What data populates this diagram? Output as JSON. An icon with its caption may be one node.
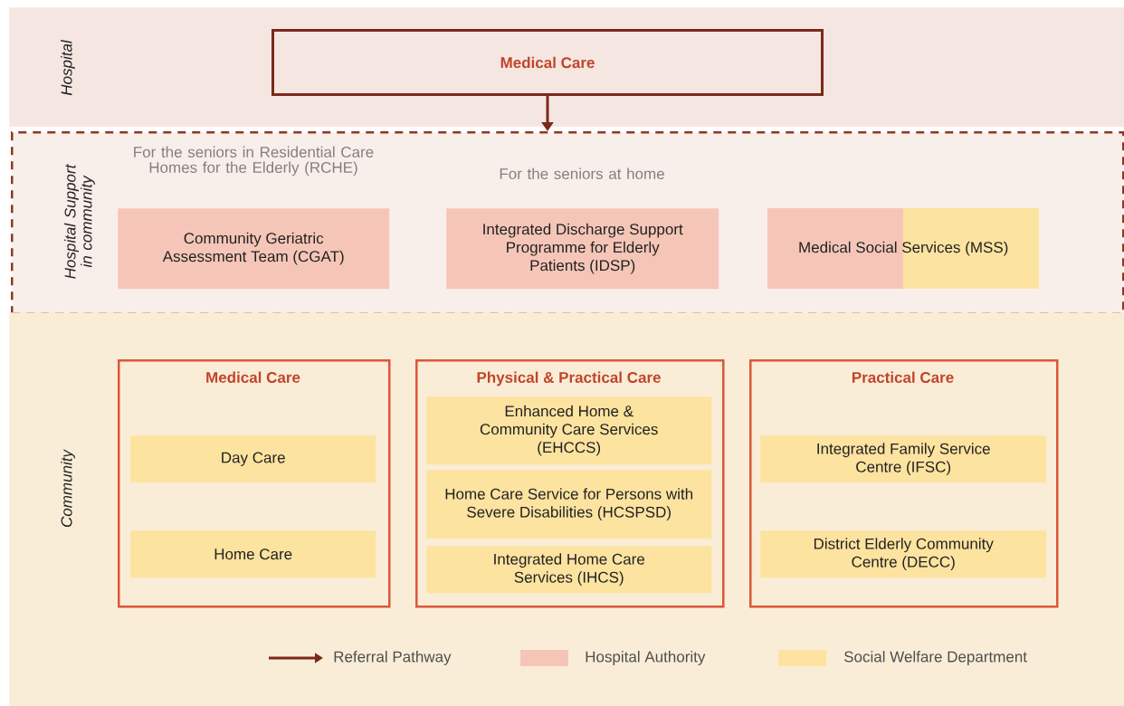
{
  "diagram": {
    "nodes": [
      {
        "text": [
          "Hospital"
        ]
      },
      {
        "text": [
          "Medical Care"
        ],
        "in": 0
      },
      {
        "text": [
          "Hospital Support in community"
        ]
      },
      {
        "text": [
          "Community Geriatric Assessment Team (CGAT)"
        ],
        "in": 2
      },
      {
        "text": [
          "Integrated Discharge Support Programme for Elderly Patients (IDSP)"
        ],
        "in": 2
      },
      {
        "text": [
          "Medical Social Services (MSS)"
        ],
        "in": 2
      },
      {
        "text": [
          "Community"
        ]
      },
      {
        "text": [
          "Medical Care"
        ],
        "in": 6
      },
      {
        "text": [
          "Day Care"
        ],
        "in": 7
      },
      {
        "text": [
          "Home Care"
        ],
        "in": 7
      },
      {
        "text": [
          "Physical & Practical Care"
        ],
        "in": 6
      },
      {
        "text": [
          "Enhanced Home & Community Care Services (EHCCS)"
        ],
        "in": 10
      },
      {
        "text": [
          "Home Care Service for Persons with Severe Disabilities (HCSPSD)"
        ],
        "in": 10
      },
      {
        "text": [
          "Integrated Home Care Services (IHCS)"
        ],
        "in": 10
      },
      {
        "text": [
          "Practical Care"
        ],
        "in": 6
      },
      {
        "text": [
          "Integrated Family Service Centre (IFSC)"
        ],
        "in": 14
      },
      {
        "text": [
          "District Elderly Community Centre (DECC)"
        ],
        "in": 14
      }
    ],
    "edges": [
      {
        "from": 1,
        "to": 2,
        "arrow": "to"
      }
    ],
    "labels": [
      "For the seniors in Residential Care Homes for the Elderly (RCHE)",
      "For the seniors at home"
    ],
    "legend": [
      {
        "text": "Referral Pathway"
      },
      {
        "text": "Hospital Authority",
        "color": "#f5c6b8"
      },
      {
        "text": "Social Welfare Department",
        "color": "#fde3a0"
      }
    ]
  }
}
